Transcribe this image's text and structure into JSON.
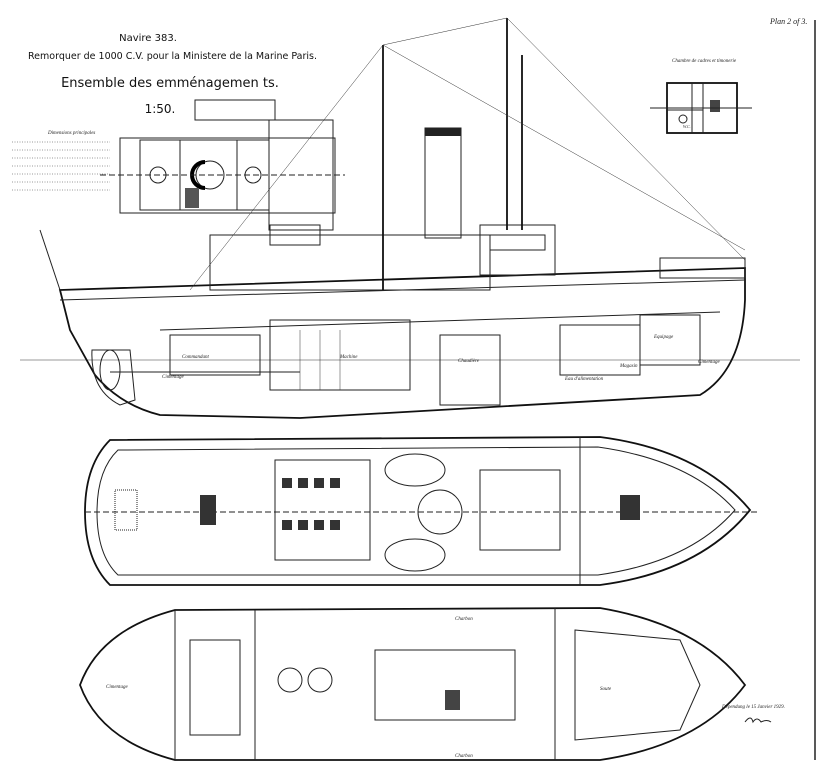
{
  "header": {
    "ship": "Navire 383.",
    "subtitle": "Remorquer de 1000 C.V. pour la Ministere de la Marine Paris.",
    "title": "Ensemble des emménagemen ts.",
    "scale": "1:50.",
    "plan_number": "Plan 2 of 3."
  },
  "dimensions": {
    "heading": "Dimensions principales"
  },
  "detail_plan": {
    "title": "Chambre de cadres et timonerie",
    "room_wc": "W.C."
  },
  "profile_labels": {
    "commandant": "Commandant",
    "cimentage_aft": "Cimentage",
    "machine": "Machine",
    "chaudiere": "Chaudière",
    "equipage": "Equipage",
    "eau": "Eau d'alimentation",
    "magasin": "Magasin",
    "cimentage_fwd": "Cimentage"
  },
  "lower_plan_labels": {
    "cimentage": "Cimentage",
    "charbon_top": "Charbon",
    "charbon_bottom": "Charbon",
    "soute": "Soute"
  },
  "footer": {
    "date": "Dépendung le 15 Janvier 1929."
  }
}
